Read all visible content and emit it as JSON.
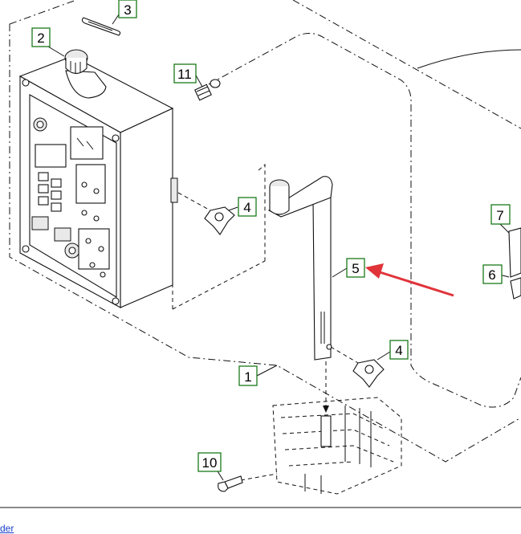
{
  "diagram": {
    "callouts": [
      {
        "id": "3",
        "label": "3"
      },
      {
        "id": "2",
        "label": "2"
      },
      {
        "id": "11",
        "label": "11"
      },
      {
        "id": "4a",
        "label": "4"
      },
      {
        "id": "7",
        "label": "7"
      },
      {
        "id": "5",
        "label": "5"
      },
      {
        "id": "6",
        "label": "6"
      },
      {
        "id": "4b",
        "label": "4"
      },
      {
        "id": "1",
        "label": "1"
      },
      {
        "id": "10",
        "label": "10"
      }
    ],
    "highlight_arrow_color": "#e0343a",
    "callout_border_color": "#1a7a1a"
  },
  "footer": {
    "link_text": "der"
  }
}
